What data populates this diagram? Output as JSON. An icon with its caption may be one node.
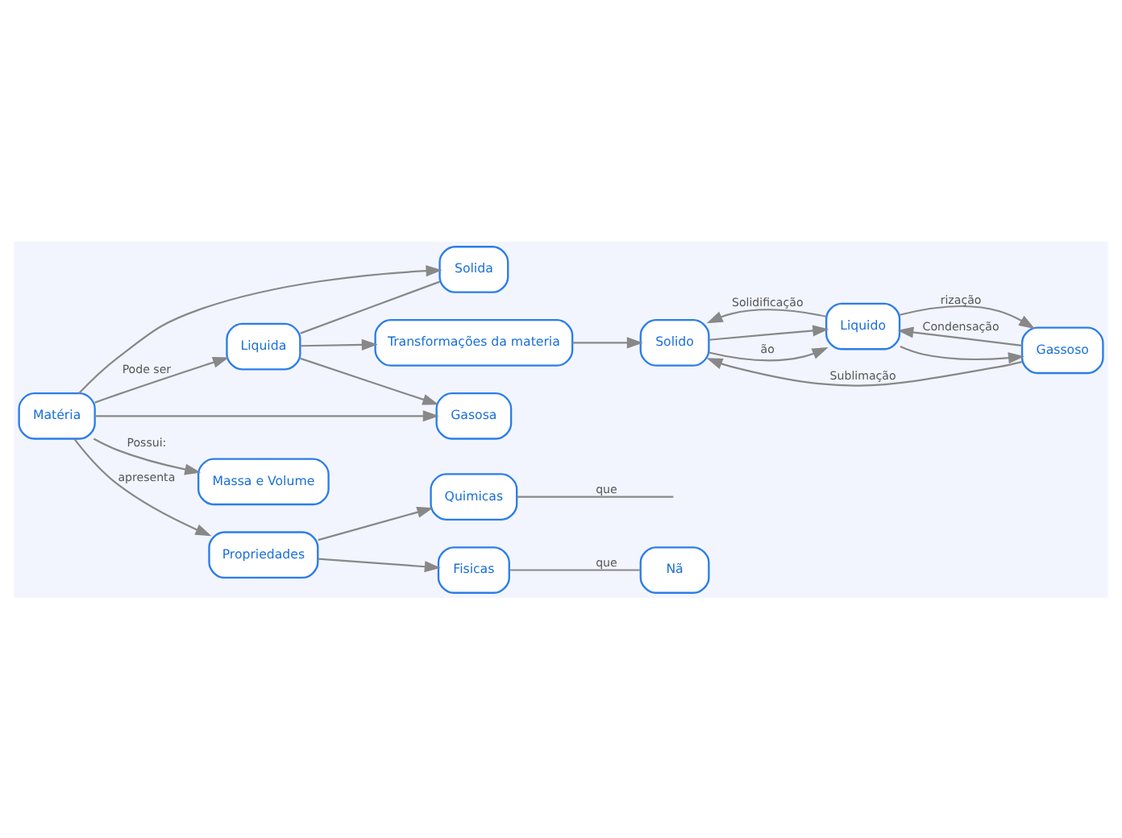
{
  "diagram": {
    "nodes": [
      {
        "text": [
          "Solida"
        ]
      },
      {
        "text": [
          "Liquida"
        ]
      },
      {
        "text": [
          "Gasosa"
        ]
      },
      {
        "text": [
          "Transformações da materia"
        ]
      },
      {
        "text": [
          "Solido"
        ]
      },
      {
        "text": [
          "Liquido"
        ]
      },
      {
        "text": [
          "Gassoso"
        ]
      },
      {
        "text": [
          "Matéria"
        ]
      },
      {
        "text": [
          "Massa e Volume"
        ]
      },
      {
        "text": [
          "Propriedades"
        ]
      },
      {
        "text": [
          "Fisicas"
        ]
      },
      {
        "text": [
          "Quimicas"
        ]
      },
      {
        "text": [
          "Nã"
        ]
      }
    ],
    "edges": [
      {
        "from": 7,
        "to": 1,
        "arrow": "to",
        "label": "Pode ser"
      },
      {
        "from": 7,
        "to": 0,
        "arrow": "to"
      },
      {
        "from": 7,
        "to": 2,
        "arrow": "to"
      },
      {
        "from": 1,
        "to": 0,
        "arrow": "none"
      },
      {
        "from": 1,
        "to": 2,
        "arrow": "to"
      },
      {
        "from": 1,
        "to": 3,
        "arrow": "to"
      },
      {
        "from": 3,
        "to": 4,
        "arrow": "to"
      },
      {
        "from": 4,
        "to": 5,
        "arrow": "to"
      },
      {
        "from": 5,
        "to": 6,
        "arrow": "to"
      },
      {
        "from": 4,
        "to": 5,
        "arrow": "to",
        "label": "ão"
      },
      {
        "from": 5,
        "to": 4,
        "arrow": "to",
        "label": "Solidificação"
      },
      {
        "from": 6,
        "to": 4,
        "arrow": "to",
        "label": "Sublimação"
      },
      {
        "from": 5,
        "to": 6,
        "arrow": "to",
        "label": "rização"
      },
      {
        "from": 6,
        "to": 5,
        "arrow": "to",
        "label": "Condensação"
      },
      {
        "from": 7,
        "to": 8,
        "arrow": "to",
        "label": "Possui:"
      },
      {
        "from": 7,
        "to": 9,
        "arrow": "to",
        "label": "apresenta"
      },
      {
        "from": 9,
        "to": 10,
        "arrow": "to"
      },
      {
        "from": 9,
        "to": 11,
        "arrow": "to"
      },
      {
        "from": 10,
        "to": 12,
        "arrow": "none",
        "label": "que"
      },
      {
        "from": 11,
        "to": null,
        "arrow": "none",
        "label": "que"
      }
    ]
  }
}
